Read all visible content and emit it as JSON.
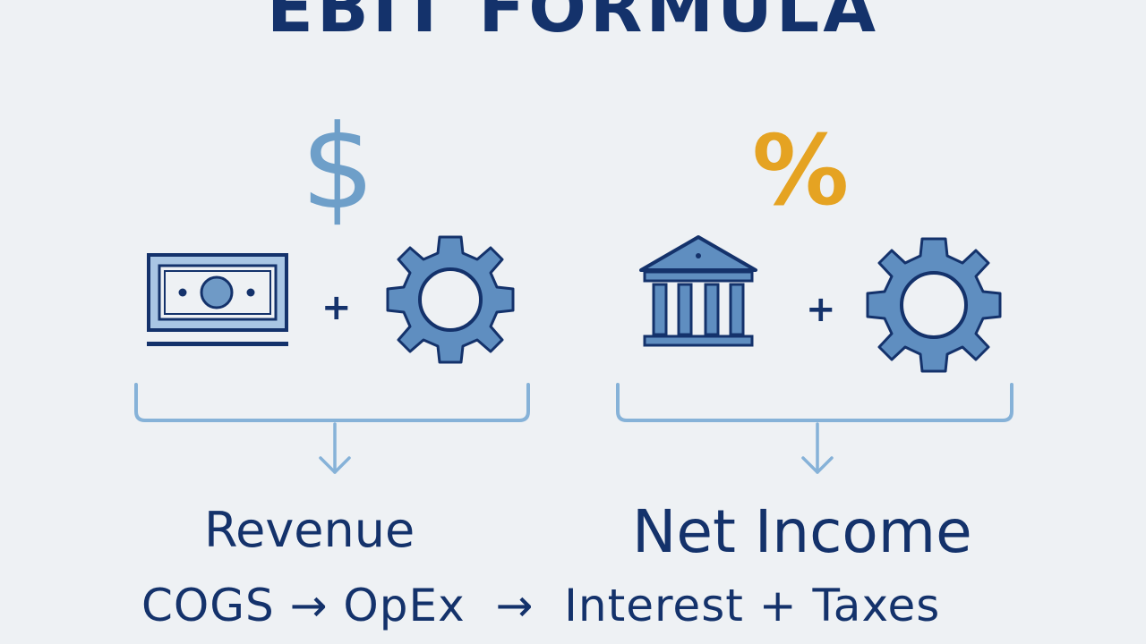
{
  "title": "EBIT FORMULA",
  "symbols": {
    "dollar": "$",
    "percent": "%"
  },
  "operators": {
    "left_plus": "+",
    "right_plus": "+"
  },
  "labels": {
    "revenue": "Revenue",
    "net_income": "Net Income",
    "bottom_formula": "COGS → OpEx  →  Interest + Taxes"
  },
  "icons": {
    "left_first": "cash-icon",
    "left_second": "gear-icon",
    "right_first": "bank-icon",
    "right_second": "gear-icon"
  },
  "colors": {
    "background": "#eef1f4",
    "navy": "#14326b",
    "icon_blue": "#5f8ec0",
    "light_blue": "#86b2d8",
    "gold": "#e5a322"
  }
}
